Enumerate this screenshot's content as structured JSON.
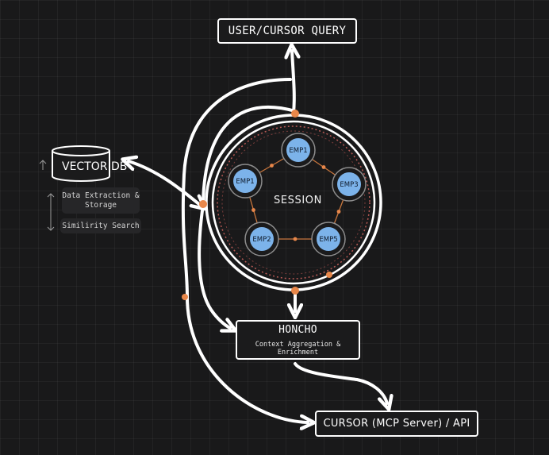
{
  "nodes": {
    "user_query": "USER/CURSOR QUERY",
    "vector_db": "VECTOR DB",
    "session": "SESSION",
    "honcho": {
      "title": "HONCHO",
      "subtitle": "Context Aggregation & Enrichment"
    },
    "cursor": "CURSOR (MCP Server) / API"
  },
  "vector_ops": [
    "Data Extraction & Storage",
    "Similirity Search"
  ],
  "employees": [
    "EMP1",
    "EMP3",
    "EMP5",
    "EMP2",
    "EMP1"
  ],
  "colors": {
    "background": "#19191a",
    "line": "#ffffff",
    "accent_orange": "#e8874a",
    "node_blue": "#7cb3ea",
    "dashed_ring": "#b85a55"
  }
}
